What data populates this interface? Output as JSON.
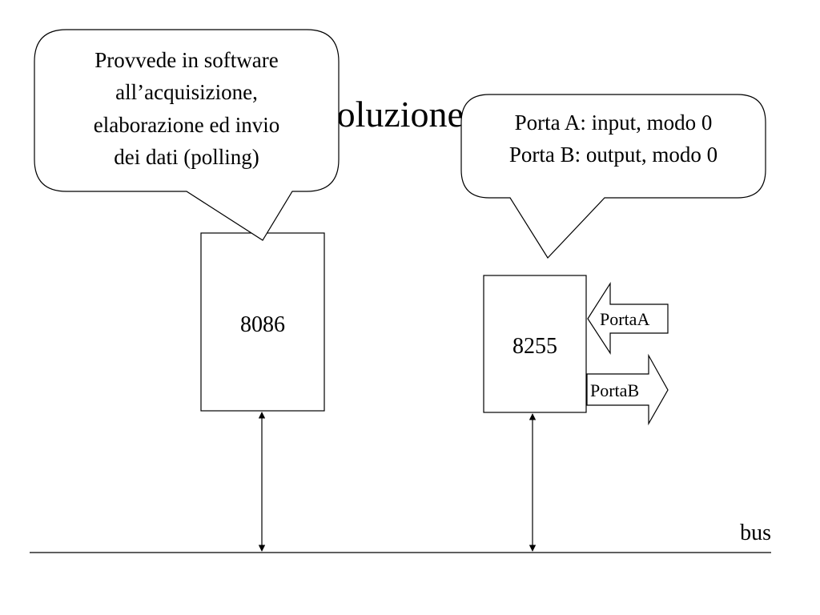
{
  "slide": {
    "title": "Soluzione 1"
  },
  "callouts": {
    "cpu_note": {
      "lines": [
        "Provvede in software",
        "all’acquisizione,",
        "elaborazione ed invio",
        "dei dati (polling)"
      ]
    },
    "ppi_note": {
      "lines": [
        "Porta A: input, modo 0",
        "Porta B: output, modo 0"
      ]
    }
  },
  "blocks": {
    "cpu_label": "8086",
    "ppi_label": "8255"
  },
  "ports": {
    "port_a_label": "PortaA",
    "port_b_label": "PortaB"
  },
  "bus": {
    "label": "bus"
  },
  "colors": {
    "line": "#000000",
    "fill": "#ffffff"
  }
}
